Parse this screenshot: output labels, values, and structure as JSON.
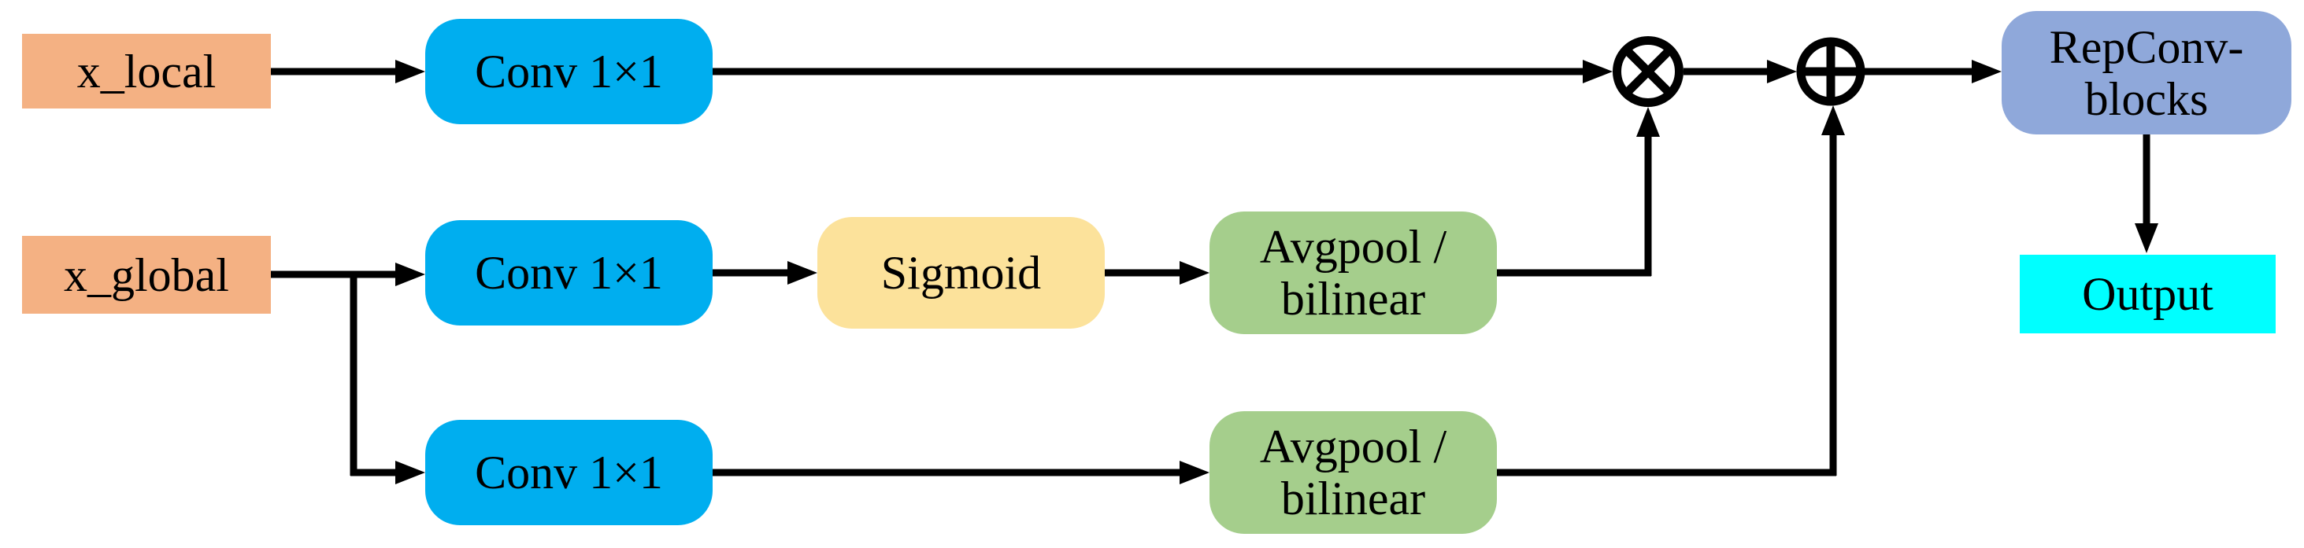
{
  "colors": {
    "orange": "#F4B183",
    "blue": "#00AEEF",
    "yellow": "#FCE29B",
    "green": "#A5CE8C",
    "periwinkle": "#8FA8DA",
    "cyan": "#00FFFF",
    "line": "#000000"
  },
  "nodes": {
    "x_local": {
      "label": "x_local"
    },
    "x_global": {
      "label": "x_global"
    },
    "conv_top": {
      "label": "Conv 1×1"
    },
    "conv_mid": {
      "label": "Conv 1×1"
    },
    "conv_bottom": {
      "label": "Conv 1×1"
    },
    "sigmoid": {
      "label": "Sigmoid"
    },
    "avgpool_mid": {
      "line1": "Avgpool /",
      "line2": "bilinear"
    },
    "avgpool_bottom": {
      "line1": "Avgpool /",
      "line2": "bilinear"
    },
    "repconv": {
      "line1": "RepConv-",
      "line2": "blocks"
    },
    "output": {
      "label": "Output"
    }
  },
  "operators": {
    "multiply_glyph": "⊗",
    "add_glyph": "⊕"
  },
  "edges": [
    {
      "from": "x_local",
      "to": "conv_top"
    },
    {
      "from": "conv_top",
      "to": "multiply-operator"
    },
    {
      "from": "x_global",
      "to": "conv_mid"
    },
    {
      "from": "x_global",
      "to": "conv_bottom"
    },
    {
      "from": "conv_mid",
      "to": "sigmoid"
    },
    {
      "from": "sigmoid",
      "to": "avgpool_mid"
    },
    {
      "from": "avgpool_mid",
      "to": "multiply-operator"
    },
    {
      "from": "multiply-operator",
      "to": "add-operator"
    },
    {
      "from": "conv_bottom",
      "to": "avgpool_bottom"
    },
    {
      "from": "avgpool_bottom",
      "to": "add-operator"
    },
    {
      "from": "add-operator",
      "to": "repconv"
    },
    {
      "from": "repconv",
      "to": "output"
    }
  ]
}
